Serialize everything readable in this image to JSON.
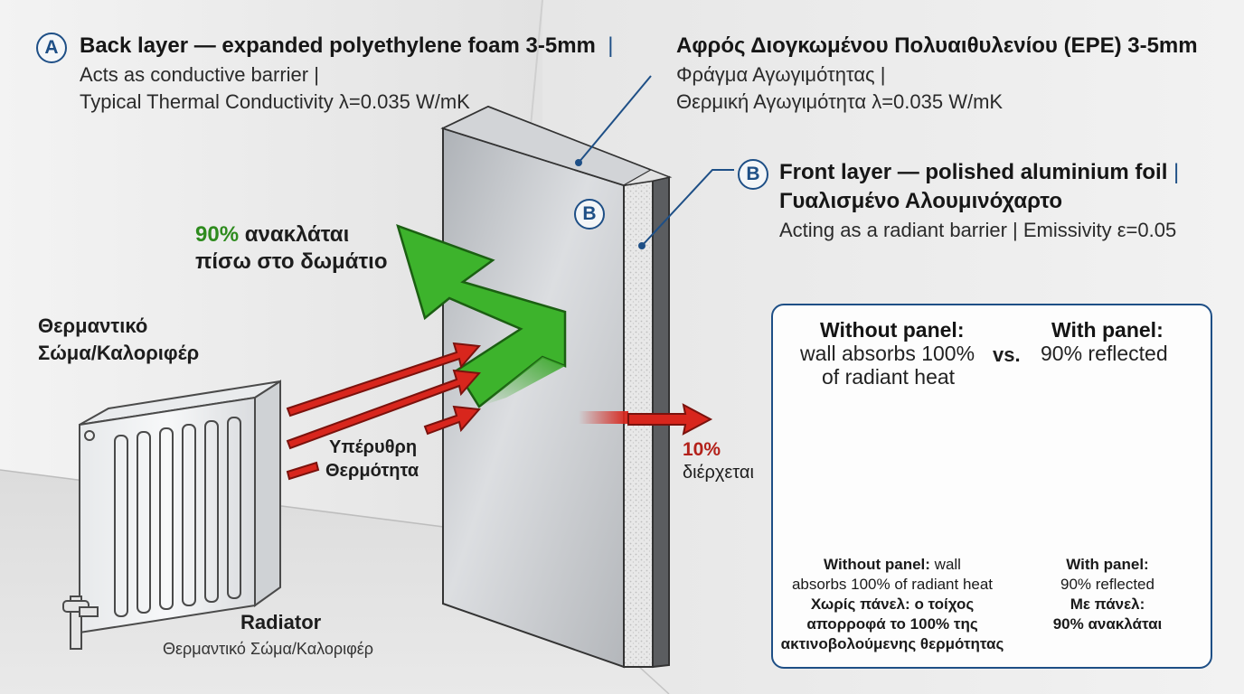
{
  "label_a": {
    "badge": "A",
    "title": "Back layer — expanded polyethylene foam 3-5mm",
    "separator": "|",
    "line2": "Acts as conductive barrier |",
    "line3": "Typical Thermal Conductivity λ=0.035 W/mK"
  },
  "label_a_greek": {
    "title": "Αφρός Διογκωμένου Πολυαιθυλενίου (EPE) 3-5mm",
    "line2": "Φράγμα Αγωγιμότητας |",
    "line3": "Θερμική Αγωγιμότητα λ=0.035 W/mK"
  },
  "label_b": {
    "badge": "B",
    "title": "Front layer — polished aluminium foil",
    "separator": "|",
    "greek": "Γυαλισμένο Αλουμινόχαρτο",
    "line3": "Acting as a radiant barrier | Emissivity ε=0.05"
  },
  "panel_badge": "B",
  "reflected": {
    "percent": "90%",
    "text1": "ανακλάται",
    "text2": "πίσω στο δωμάτιο"
  },
  "radiator_top_label": {
    "line1": "Θερμαντικό",
    "line2": "Σώμα/Καλοριφέρ"
  },
  "infrared": {
    "line1": "Υπέρυθρη",
    "line2": "Θερμότητα"
  },
  "passes": {
    "percent": "10%",
    "text": "διέρχεται"
  },
  "radiator_label": {
    "title": "Radiator",
    "subtitle": "Θερμαντικό Σώμα/Καλοριφέρ"
  },
  "comparison": {
    "without": {
      "title": "Without panel:",
      "line2": "wall absorbs 100%",
      "line3": "of radiant heat"
    },
    "vs": "vs.",
    "with": {
      "title": "With panel:",
      "line2": "90% reflected"
    },
    "caption_without": {
      "bold": "Without panel:",
      "rest1": " wall",
      "line2": "absorbs 100% of radiant heat",
      "greek1": "Χωρίς πάνελ: ο τοίχος",
      "greek2": "απορροφά το 100% της",
      "greek3": "ακτινοβολούμενης θερμότητας"
    },
    "caption_with": {
      "bold": "With panel:",
      "line2": "90% reflected",
      "greek1": "Με πάνελ:",
      "greek2": "90% ανακλάται"
    }
  },
  "colors": {
    "accent": "#1e4f86",
    "green": "#2e8b1e",
    "red": "#c8261d",
    "panel": "#c9cbcf"
  }
}
